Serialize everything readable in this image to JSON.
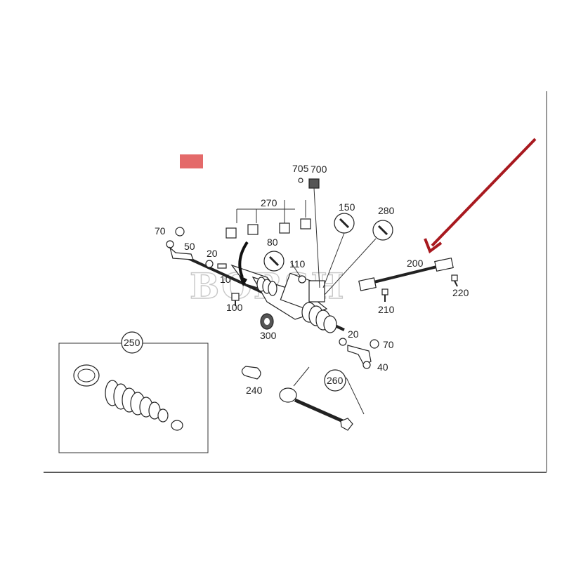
{
  "watermark": "BORSH",
  "colors": {
    "marker": "#e46a6a",
    "arrow": "#a8191f"
  },
  "callouts": {
    "c705": "705",
    "c700": "700",
    "c270": "270",
    "c150": "150",
    "c280": "280",
    "c70a": "70",
    "c50": "50",
    "c20a": "20",
    "c80": "80",
    "c110": "110",
    "c10": "10",
    "c100": "100",
    "c200": "200",
    "c210": "210",
    "c220": "220",
    "c300": "300",
    "c20b": "20",
    "c70b": "70",
    "c40": "40",
    "c250": "250",
    "c240": "240",
    "c260": "260"
  }
}
